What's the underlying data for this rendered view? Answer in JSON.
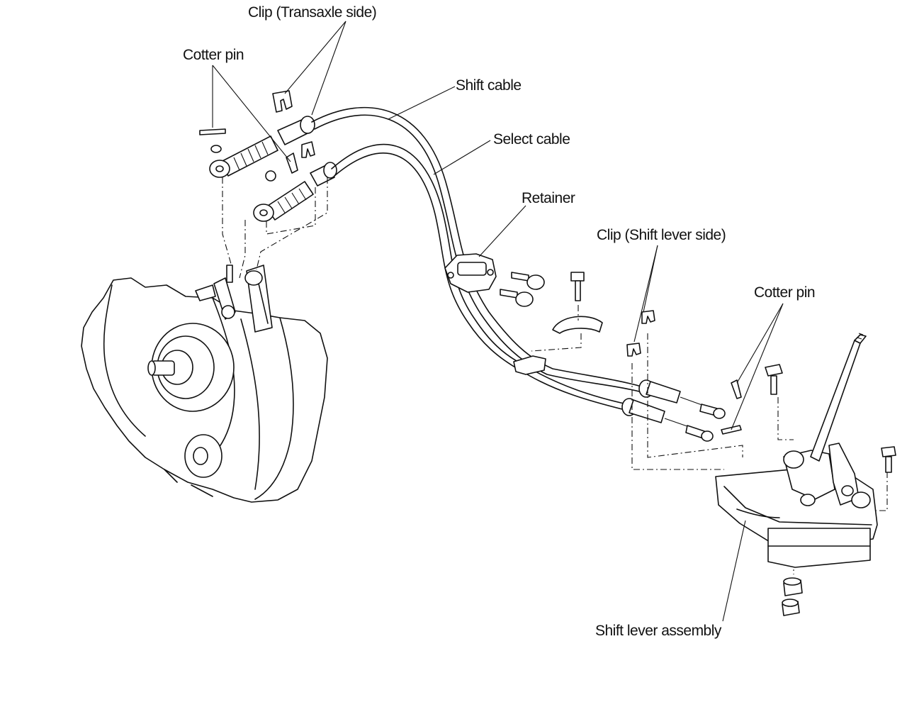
{
  "labels": {
    "clip_transaxle": "Clip (Transaxle side)",
    "cotter_pin_left": "Cotter pin",
    "shift_cable": "Shift cable",
    "select_cable": "Select cable",
    "retainer": "Retainer",
    "clip_shift_lever": "Clip (Shift lever side)",
    "cotter_pin_right": "Cotter pin",
    "shift_lever_assembly": "Shift lever assembly"
  }
}
